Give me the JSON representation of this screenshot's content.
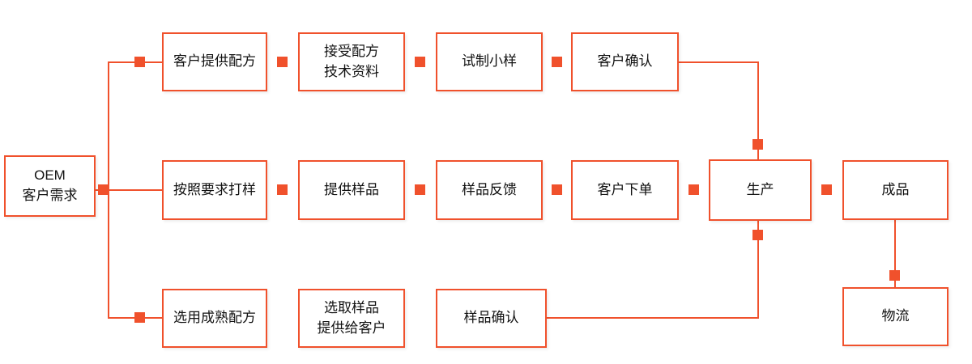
{
  "diagram": {
    "title": "OEM customer demand process flowchart",
    "accent_color": "#F0512C",
    "nodes": {
      "oem": {
        "label": "OEM\n客户需求"
      },
      "r1c1": {
        "label": "客户提供配方"
      },
      "r1c2": {
        "label": "接受配方\n技术资料"
      },
      "r1c3": {
        "label": "试制小样"
      },
      "r1c4": {
        "label": "客户确认"
      },
      "r2c1": {
        "label": "按照要求打样"
      },
      "r2c2": {
        "label": "提供样品"
      },
      "r2c3": {
        "label": "样品反馈"
      },
      "r2c4": {
        "label": "客户下单"
      },
      "production": {
        "label": "生产"
      },
      "finished": {
        "label": "成品"
      },
      "r3c1": {
        "label": "选用成熟配方"
      },
      "r3c2": {
        "label": "选取样品\n提供给客户"
      },
      "r3c3": {
        "label": "样品确认"
      },
      "logistics": {
        "label": "物流"
      }
    }
  }
}
